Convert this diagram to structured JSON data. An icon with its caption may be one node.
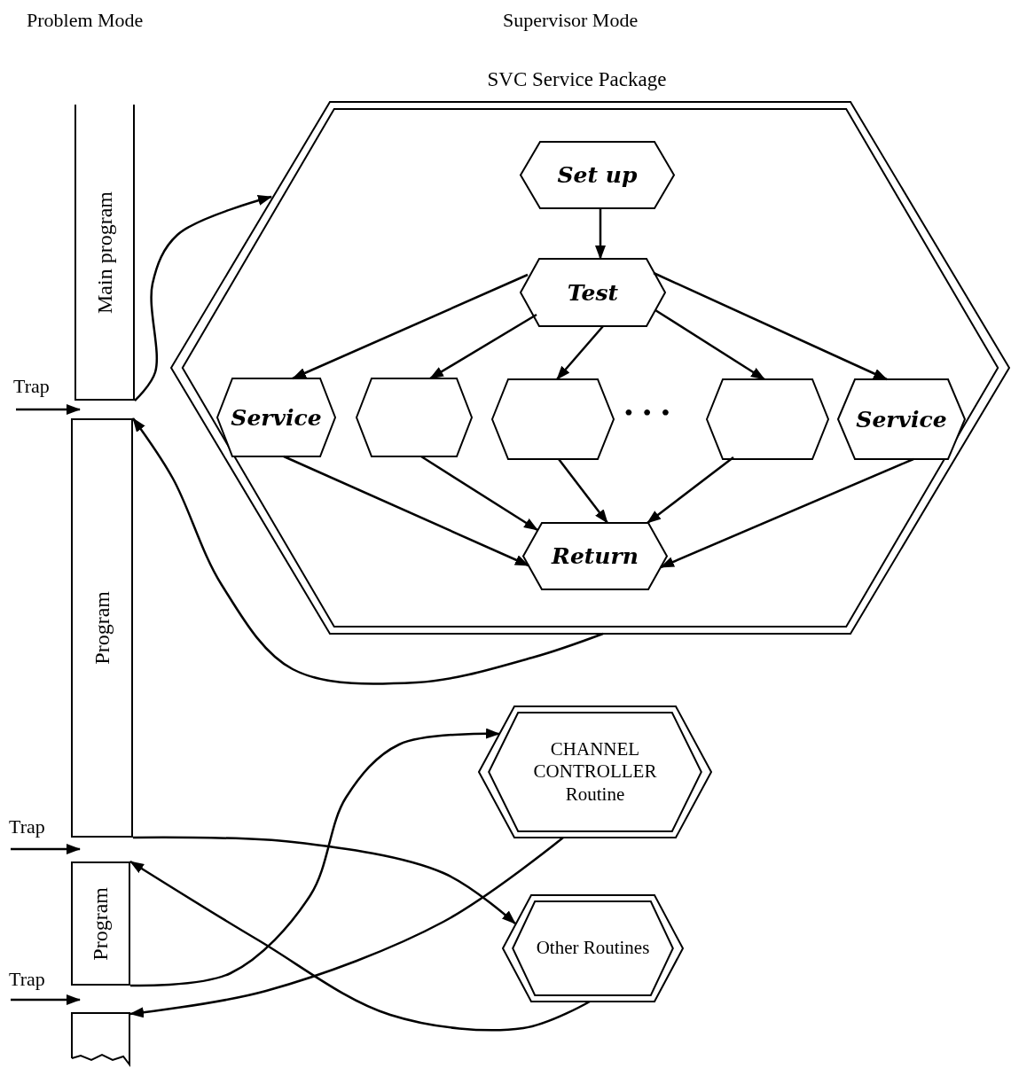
{
  "diagram": {
    "nodes": [
      {
        "text": [
          "Main program"
        ]
      },
      {
        "text": [
          "Program"
        ]
      },
      {
        "text": [
          "Program"
        ]
      },
      {
        "text": [],
        "shape": "bar"
      },
      {
        "text": [
          "SVC Service Package"
        ]
      },
      {
        "text": [
          "Set up"
        ],
        "in": 4
      },
      {
        "text": [
          "Test"
        ],
        "in": 4
      },
      {
        "text": [
          "Service"
        ],
        "in": 4
      },
      {
        "text": [],
        "shape": "hexagon",
        "in": 4
      },
      {
        "text": [],
        "shape": "hexagon",
        "in": 4
      },
      {
        "text": [],
        "shape": "hexagon",
        "in": 4
      },
      {
        "text": [
          "Service"
        ],
        "in": 4
      },
      {
        "text": [
          "Return"
        ],
        "in": 4
      },
      {
        "text": [
          "CHANNEL CONTROLLER Routine"
        ]
      },
      {
        "text": [
          "Other Routines"
        ]
      }
    ],
    "edges": [
      {
        "from": 0,
        "to": 4,
        "arrow": "to"
      },
      {
        "from": 4,
        "to": 1,
        "arrow": "to"
      },
      {
        "from": 5,
        "to": 6,
        "arrow": "to"
      },
      {
        "from": 6,
        "to": 7,
        "arrow": "to"
      },
      {
        "from": 6,
        "to": 8,
        "arrow": "to"
      },
      {
        "from": 6,
        "to": 9,
        "arrow": "to"
      },
      {
        "from": 6,
        "to": 10,
        "arrow": "to"
      },
      {
        "from": 6,
        "to": 11,
        "arrow": "to"
      },
      {
        "from": 7,
        "to": 12,
        "arrow": "to"
      },
      {
        "from": 8,
        "to": 12,
        "arrow": "to"
      },
      {
        "from": 9,
        "to": 12,
        "arrow": "to"
      },
      {
        "from": 10,
        "to": 12,
        "arrow": "to"
      },
      {
        "from": 11,
        "to": 12,
        "arrow": "to"
      },
      {
        "from": 1,
        "to": 14,
        "arrow": "to"
      },
      {
        "from": 14,
        "to": 2,
        "arrow": "to"
      },
      {
        "from": 2,
        "to": 13,
        "arrow": "to"
      },
      {
        "from": 13,
        "to": 3,
        "arrow": "to"
      }
    ],
    "labels": [
      "Problem Mode",
      "Supervisor Mode",
      "Trap",
      "• • •",
      "Trap",
      "Trap"
    ]
  }
}
